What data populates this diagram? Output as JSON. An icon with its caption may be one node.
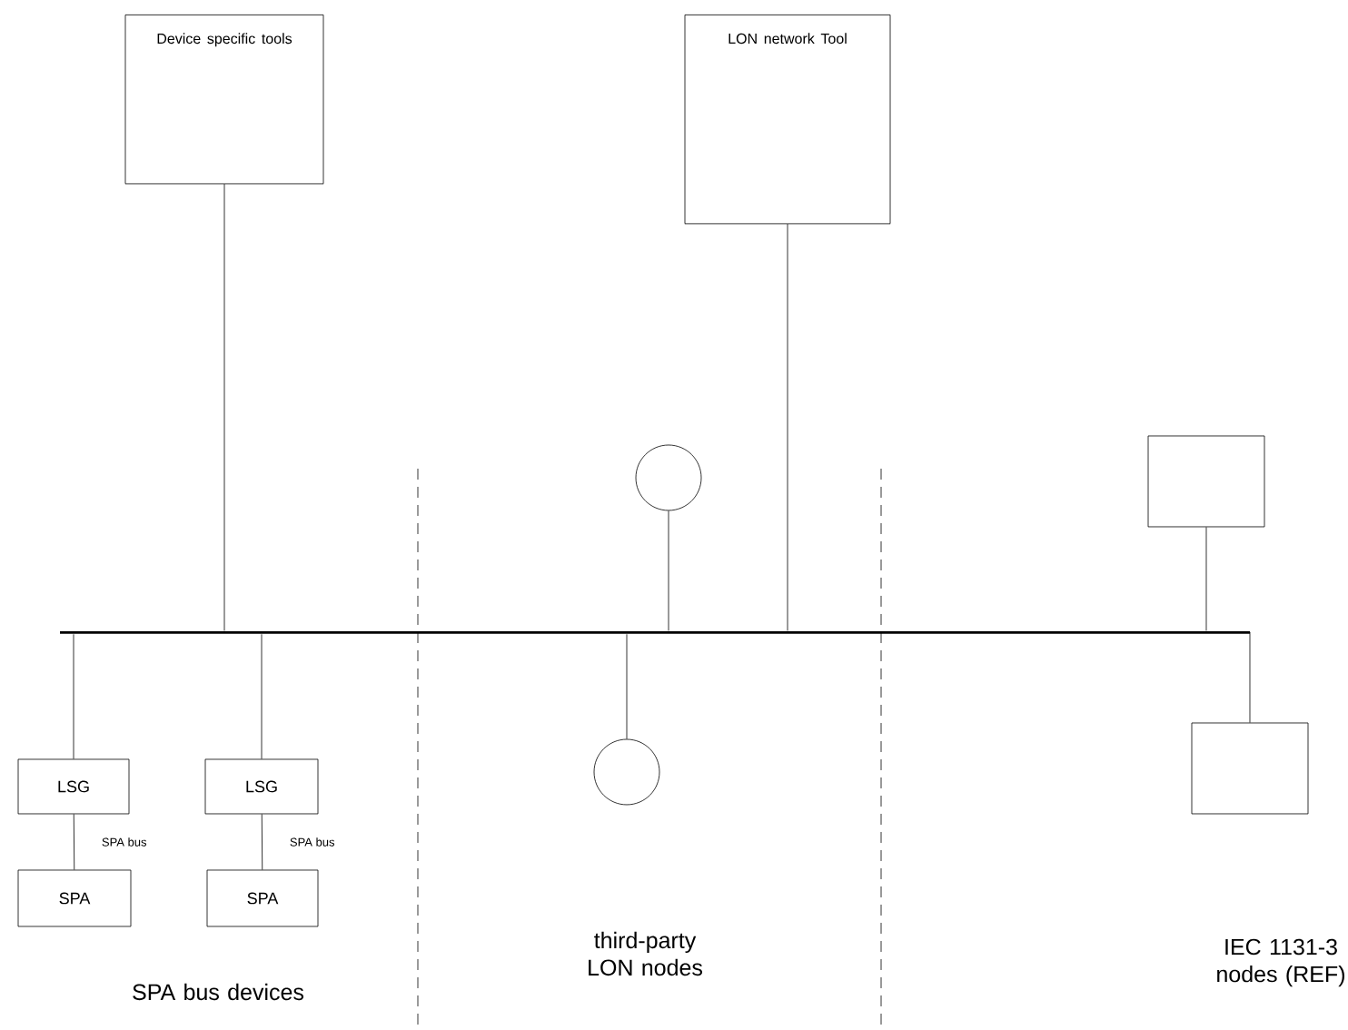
{
  "diagram": {
    "nodes": [
      {
        "text": [
          "Device specific tools"
        ]
      },
      {
        "text": [
          "LON network Tool"
        ]
      },
      {
        "text": [],
        "shape": "bar"
      },
      {
        "text": [],
        "shape": "circle"
      },
      {
        "text": [],
        "shape": "circle"
      },
      {
        "text": [],
        "shape": "box"
      },
      {
        "text": [],
        "shape": "box"
      },
      {
        "text": [
          "LSG"
        ]
      },
      {
        "text": [
          "LSG"
        ]
      },
      {
        "text": [
          "SPA"
        ]
      },
      {
        "text": [
          "SPA"
        ]
      }
    ],
    "edges": [
      {
        "from": 0,
        "to": 2,
        "arrow": "none"
      },
      {
        "from": 3,
        "to": 2,
        "arrow": "none"
      },
      {
        "from": 1,
        "to": 2,
        "arrow": "none"
      },
      {
        "from": 5,
        "to": 2,
        "arrow": "none"
      },
      {
        "from": 7,
        "to": 2,
        "arrow": "none"
      },
      {
        "from": 8,
        "to": 2,
        "arrow": "none"
      },
      {
        "from": 4,
        "to": 2,
        "arrow": "none"
      },
      {
        "from": 2,
        "to": 6,
        "arrow": "none"
      },
      {
        "from": 7,
        "to": 9,
        "arrow": "none",
        "label": "SPA bus"
      },
      {
        "from": 8,
        "to": 10,
        "arrow": "none",
        "label": "SPA bus"
      }
    ],
    "labels": [
      "third-party LON nodes",
      "SPA bus devices",
      "IEC 1131-3 nodes (REF)"
    ]
  }
}
